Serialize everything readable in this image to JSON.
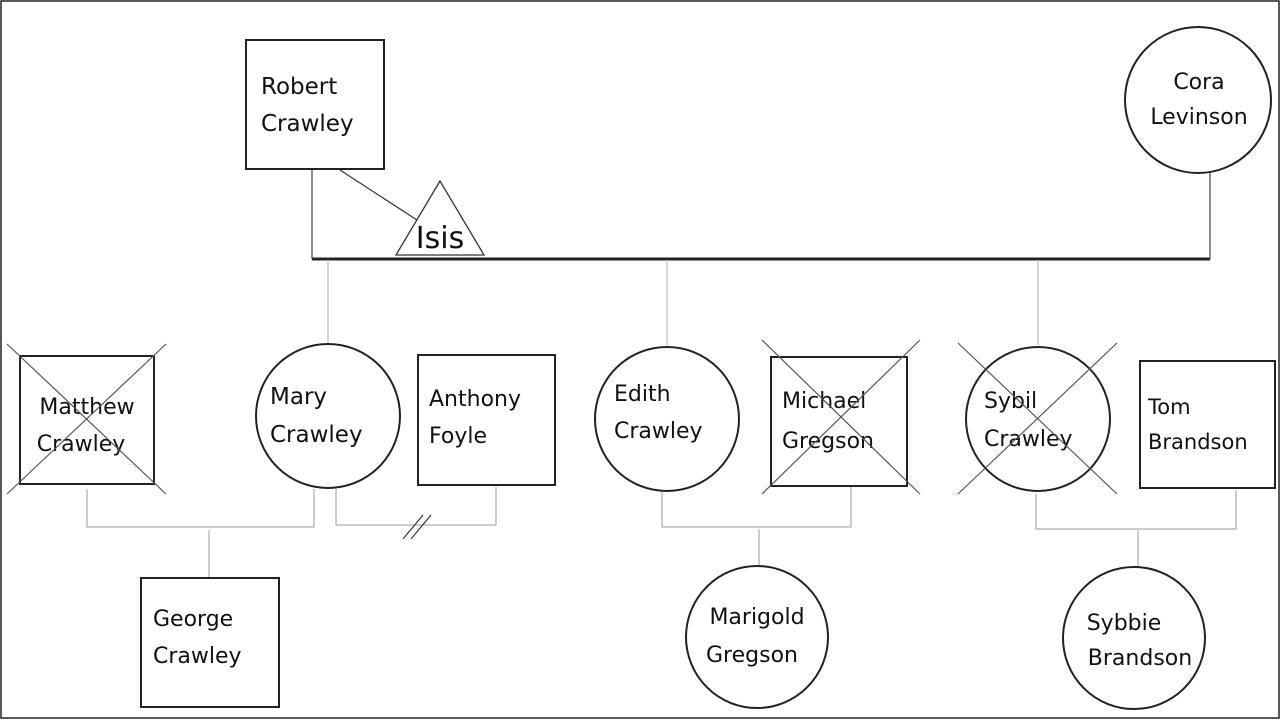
{
  "people": {
    "robert": {
      "line1": "Robert",
      "line2": "Crawley",
      "gender": "male",
      "deceased": false
    },
    "cora": {
      "line1": "Cora",
      "line2": "Levinson",
      "gender": "female",
      "deceased": false
    },
    "matthew": {
      "line1": "Matthew",
      "line2": "Crawley",
      "gender": "male",
      "deceased": true
    },
    "mary": {
      "line1": "Mary",
      "line2": "Crawley",
      "gender": "female",
      "deceased": false
    },
    "anthony": {
      "line1": "Anthony",
      "line2": "Foyle",
      "gender": "male",
      "deceased": false
    },
    "edith": {
      "line1": "Edith",
      "line2": "Crawley",
      "gender": "female",
      "deceased": false
    },
    "michael": {
      "line1": "Michael",
      "line2": "Gregson",
      "gender": "male",
      "deceased": true
    },
    "sybil": {
      "line1": "Sybil",
      "line2": "Crawley",
      "gender": "female",
      "deceased": true
    },
    "tom": {
      "line1": "Tom",
      "line2": "Brandson",
      "gender": "male",
      "deceased": false
    },
    "george": {
      "line1": "George",
      "line2": "Crawley",
      "gender": "male",
      "deceased": false
    },
    "marigold": {
      "line1": "Marigold",
      "line2": "Gregson",
      "gender": "female",
      "deceased": false
    },
    "sybbie": {
      "line1": "Sybbie",
      "line2": "Brandson",
      "gender": "female",
      "deceased": false
    }
  },
  "pet": {
    "name": "Isis",
    "shape": "triangle"
  },
  "relationships": [
    {
      "type": "couple",
      "a": "robert",
      "b": "cora"
    },
    {
      "type": "couple",
      "a": "matthew",
      "b": "mary"
    },
    {
      "type": "divorced",
      "a": "mary",
      "b": "anthony"
    },
    {
      "type": "couple",
      "a": "edith",
      "b": "michael"
    },
    {
      "type": "couple",
      "a": "sybil",
      "b": "tom"
    },
    {
      "type": "pet",
      "owner": "robert",
      "pet": "Isis"
    }
  ],
  "colors": {
    "stroke": "#222222",
    "light_line": "#b5b5b5",
    "background": "#ffffff"
  }
}
